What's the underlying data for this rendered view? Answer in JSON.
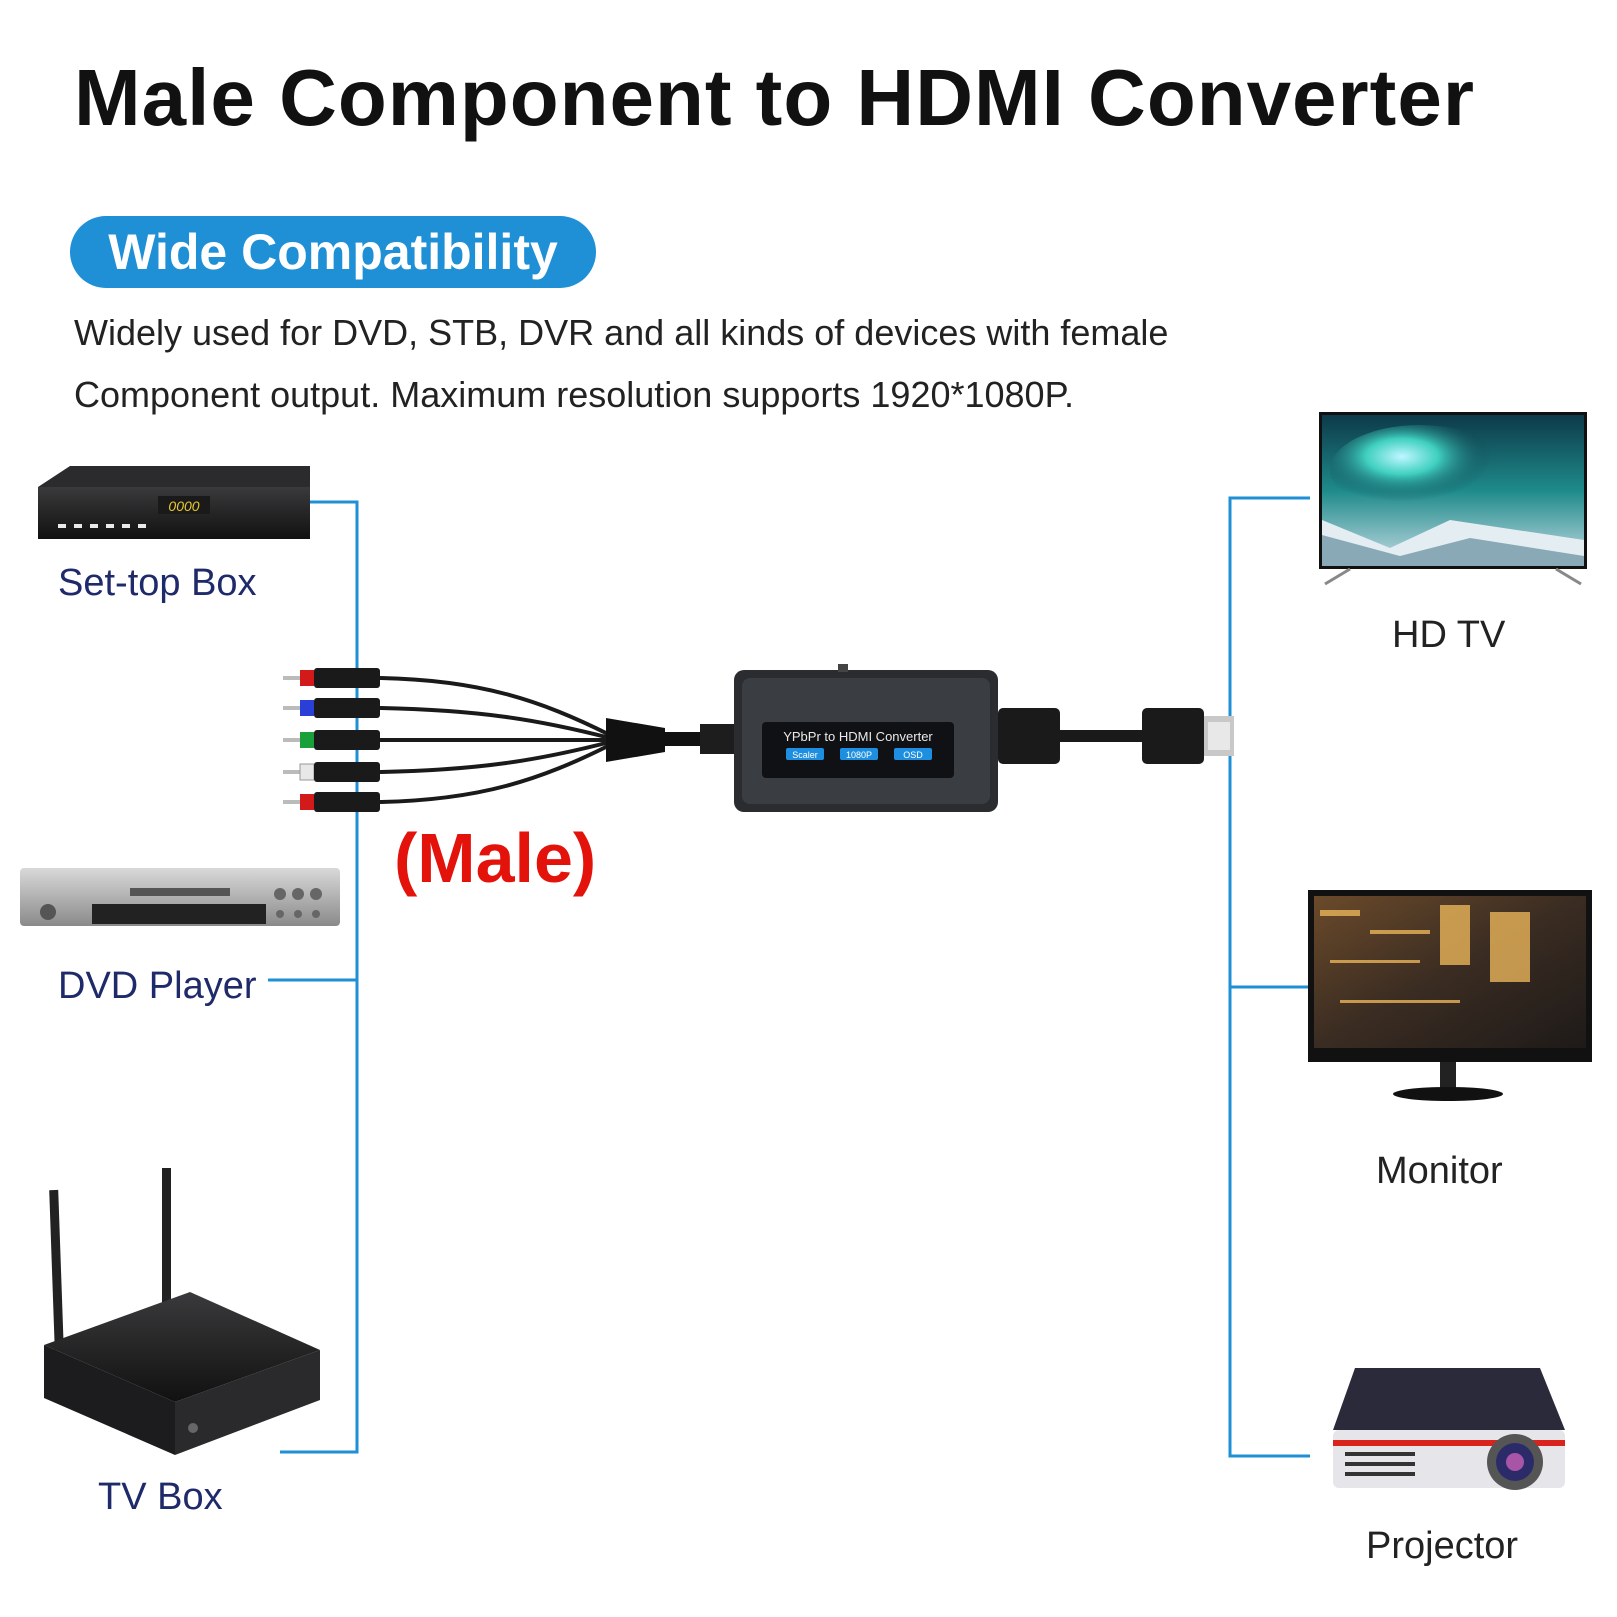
{
  "header": {
    "title": "Male Component to HDMI Converter",
    "badge": "Wide Compatibility",
    "description_line1": "Widely used for DVD, STB, DVR and all kinds of devices with female",
    "description_line2": "Component output. Maximum resolution supports 1920*1080P."
  },
  "input_devices": [
    {
      "label": "Set-top Box",
      "icon": "set-top-box-icon",
      "display": "0000"
    },
    {
      "label": "DVD Player",
      "icon": "dvd-player-icon"
    },
    {
      "label": "TV Box",
      "icon": "tv-box-icon"
    }
  ],
  "output_devices": [
    {
      "label": "HD TV",
      "icon": "hd-tv-icon"
    },
    {
      "label": "Monitor",
      "icon": "monitor-icon"
    },
    {
      "label": "Projector",
      "icon": "projector-icon"
    }
  ],
  "converter": {
    "name": "YPbPr to HDMI Converter",
    "features": [
      "Scaler",
      "1080P",
      "OSD"
    ],
    "connector_label": "(Male)"
  },
  "colors": {
    "accent": "#1f8fd6",
    "connector_lines": "#1f8fd6",
    "male_label": "#e3120b",
    "left_labels": "#1f2a6b",
    "rca_plugs": [
      "#d21a1a",
      "#2a3fd6",
      "#1aa03a",
      "#e8e8e8",
      "#d21a1a"
    ]
  }
}
